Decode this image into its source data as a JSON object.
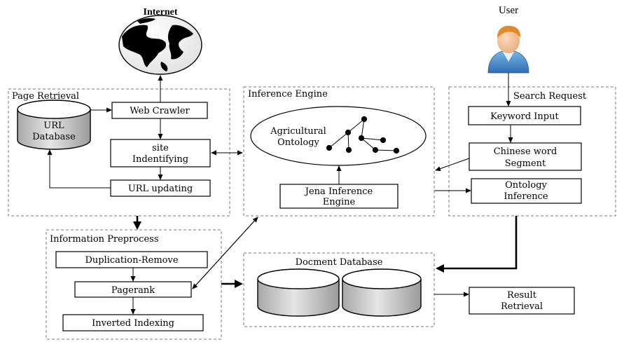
{
  "labels": {
    "internet": "Internet",
    "user": "User"
  },
  "groups": {
    "page_retrieval": "Page Retrieval",
    "inference_engine": "Inference Engine",
    "search_request": "Search Request",
    "information_preprocess": "Information Preprocess",
    "document_database": "Docment Database"
  },
  "nodes": {
    "url_database": [
      "URL",
      "Database"
    ],
    "web_crawler": "Web Crawler",
    "site_identifying": [
      "site",
      "Indentifying"
    ],
    "url_updating": "URL updating",
    "agricultural_ontology": [
      "Agricultural",
      "Ontology"
    ],
    "jena_engine": [
      "Jena Inference",
      "Engine"
    ],
    "keyword_input": "Keyword Input",
    "chinese_segment": [
      "Chinese word",
      "Segment"
    ],
    "ontology_inference": [
      "Ontology",
      "Inference"
    ],
    "duplication_remove": "Duplication-Remove",
    "pagerank": "Pagerank",
    "inverted_indexing": "Inverted Indexing",
    "result_retrieval": [
      "Result",
      "Retrieval"
    ]
  },
  "colors": {
    "cylinder_top": "#dcdcdc",
    "cylinder_body": "#c8c8c8",
    "globe_ocean": "#ffffff",
    "globe_land": "#000000",
    "user_skin": "#f2c49b",
    "user_shirt": "#4a8fc9",
    "user_hair": "#e08a2b"
  },
  "icons": [
    "globe-icon",
    "user-icon",
    "database-icon",
    "ontology-tree-icon"
  ]
}
